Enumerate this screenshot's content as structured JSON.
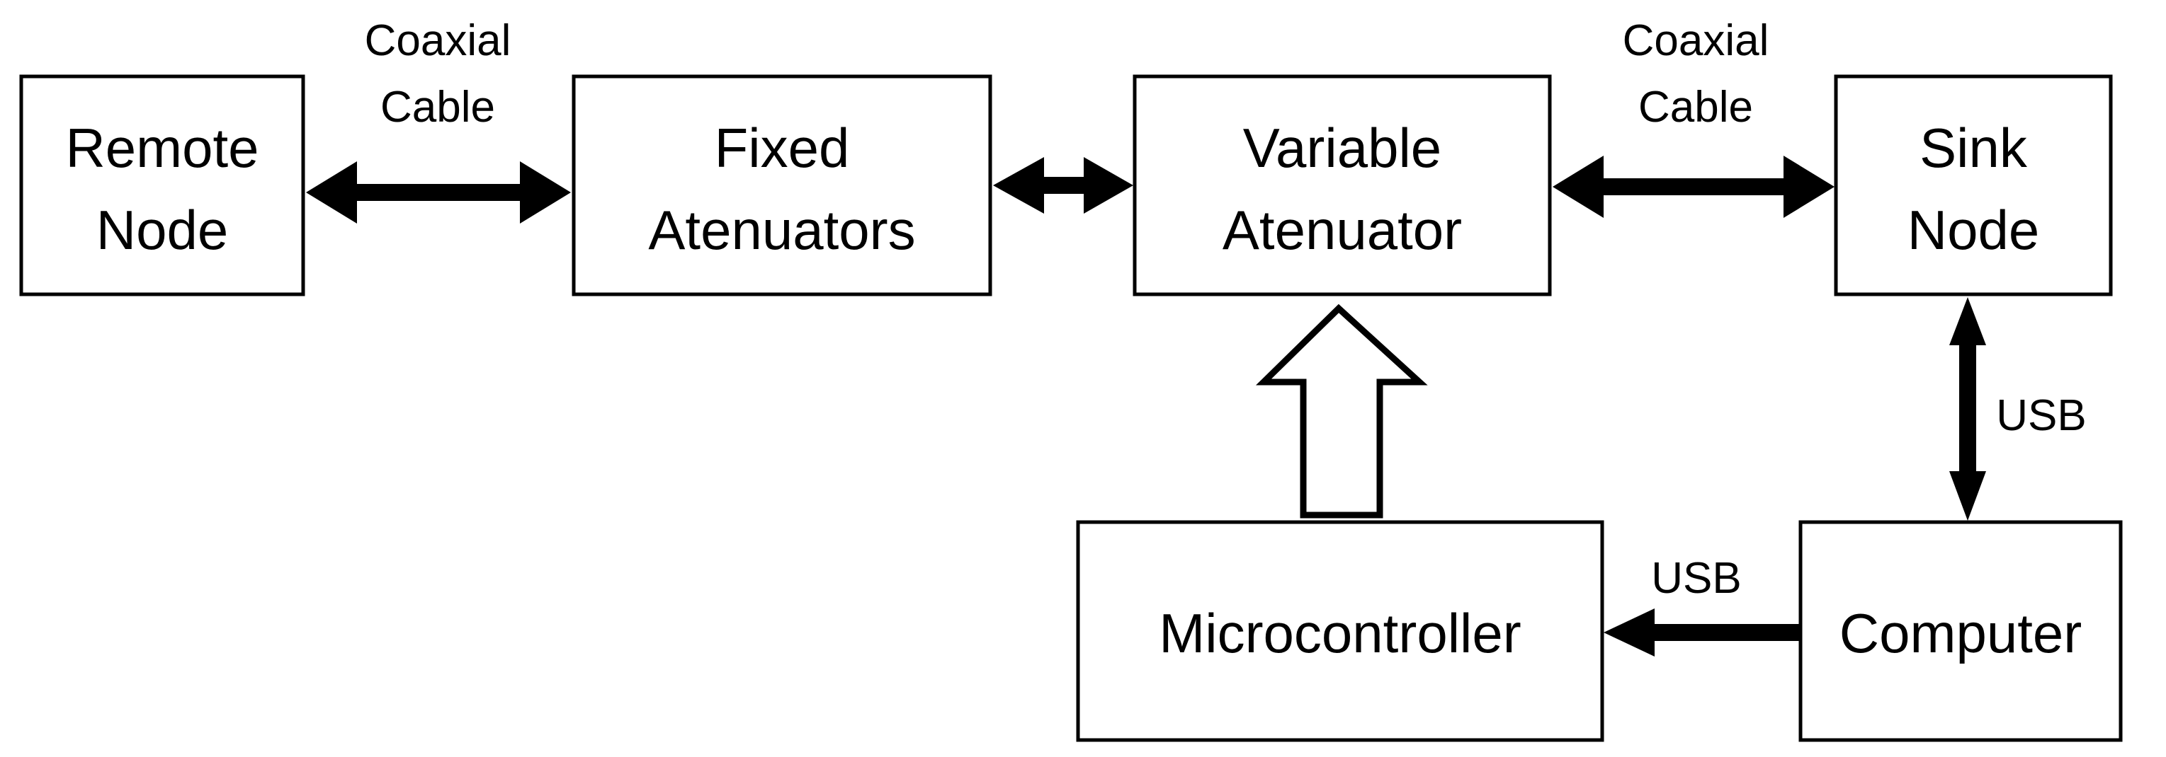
{
  "nodes": {
    "remote_node": {
      "line1": "Remote",
      "line2": "Node"
    },
    "fixed_attenuators": {
      "line1": "Fixed",
      "line2": "Atenuators"
    },
    "variable_attenuator": {
      "line1": "Variable",
      "line2": "Atenuator"
    },
    "sink_node": {
      "line1": "Sink",
      "line2": "Node"
    },
    "microcontroller": {
      "label": "Microcontroller"
    },
    "computer": {
      "label": "Computer"
    }
  },
  "edges": {
    "remote_fixed": {
      "line1": "Coaxial",
      "line2": "Cable"
    },
    "variable_sink": {
      "line1": "Coaxial",
      "line2": "Cable"
    },
    "sink_computer": {
      "label": "USB"
    },
    "computer_microcontroller": {
      "label": "USB"
    }
  }
}
